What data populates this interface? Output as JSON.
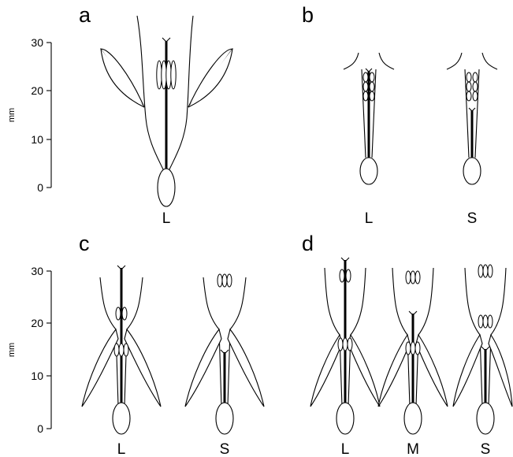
{
  "axis": {
    "unit": "mm",
    "ticks": [
      "0",
      "10",
      "20",
      "30"
    ]
  },
  "panels": [
    {
      "letter": "a",
      "morphs": [
        "L"
      ]
    },
    {
      "letter": "b",
      "morphs": [
        "L",
        "S"
      ]
    },
    {
      "letter": "c",
      "morphs": [
        "L",
        "S"
      ]
    },
    {
      "letter": "d",
      "morphs": [
        "L",
        "M",
        "S"
      ]
    }
  ]
}
